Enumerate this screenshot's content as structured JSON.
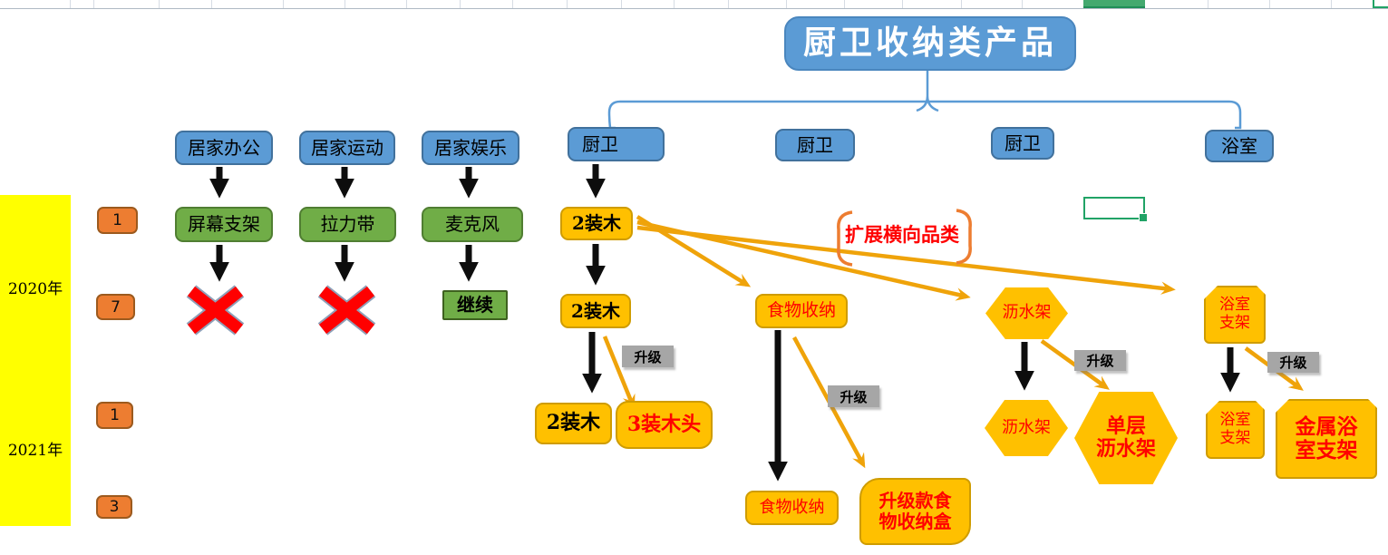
{
  "title": "厨卫收纳类产品",
  "branches": {
    "home_office": "居家办公",
    "home_sport": "居家运动",
    "home_fun": "居家娱乐",
    "kitchen_1": "厨卫",
    "kitchen_2": "厨卫",
    "kitchen_3": "厨卫",
    "bathroom": "浴室"
  },
  "products": {
    "screen_stand": "屏幕支架",
    "pull_band": "拉力带",
    "microphone": "麦克风",
    "continue": "继续",
    "wood_2pack_a": "2装木",
    "wood_2pack_b": "2装木",
    "wood_2pack_c": "2装木",
    "wood_3pack": "3装木头",
    "food_box_a": "食物收纳",
    "food_box_b": "食物收纳",
    "food_box_upgrade": "升级款食物收纳盒",
    "drain_rack_a": "沥水架",
    "drain_rack_b": "沥水架",
    "drain_rack_upgrade_l1": "单层",
    "drain_rack_upgrade_l2": "沥水架",
    "bath_rack_a": "浴室支架",
    "bath_rack_b": "浴室支架",
    "metal_bath_rack": "金属浴室支架"
  },
  "annotations": {
    "upgrade": "升级",
    "expand_category": "扩展横向品类"
  },
  "timeline": {
    "year_2020": "2020年",
    "year_2021": "2021年",
    "counts": [
      "1",
      "7",
      "1",
      "3"
    ]
  },
  "colors": {
    "blue": "#5B9BD5",
    "blue_border": "#41719C",
    "green": "#70AD47",
    "green_border": "#507E32",
    "amber": "#FFC000",
    "amber_border": "#CF9C00",
    "orange_badge": "#ED7D31",
    "yellow_sidebar": "#FFFF00",
    "gray_label": "#A6A6A6",
    "red_text": "#FF0000",
    "orange_arrow": "#EFA30A",
    "selection_green": "#21A366"
  }
}
